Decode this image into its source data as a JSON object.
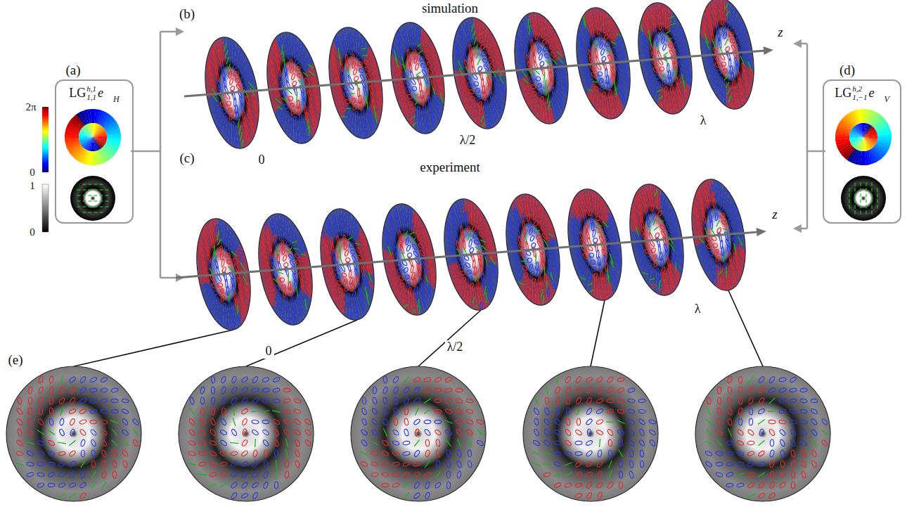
{
  "diagram": {
    "nodes": [
      {
        "text": [
          "LG",
          "h,1",
          "1,1",
          "e⃗",
          "H"
        ]
      },
      {
        "text": [
          "LG",
          "h,2",
          "1,−1",
          "e⃗",
          "V"
        ]
      }
    ],
    "labels": [
      "(a)",
      "2π",
      "0",
      "1",
      "0",
      "(b)",
      "simulation",
      "0",
      "λ/2",
      "λ",
      "z",
      "(c)",
      "experiment",
      "0",
      "λ/2",
      "λ",
      "z",
      "(d)",
      "(e)"
    ]
  }
}
